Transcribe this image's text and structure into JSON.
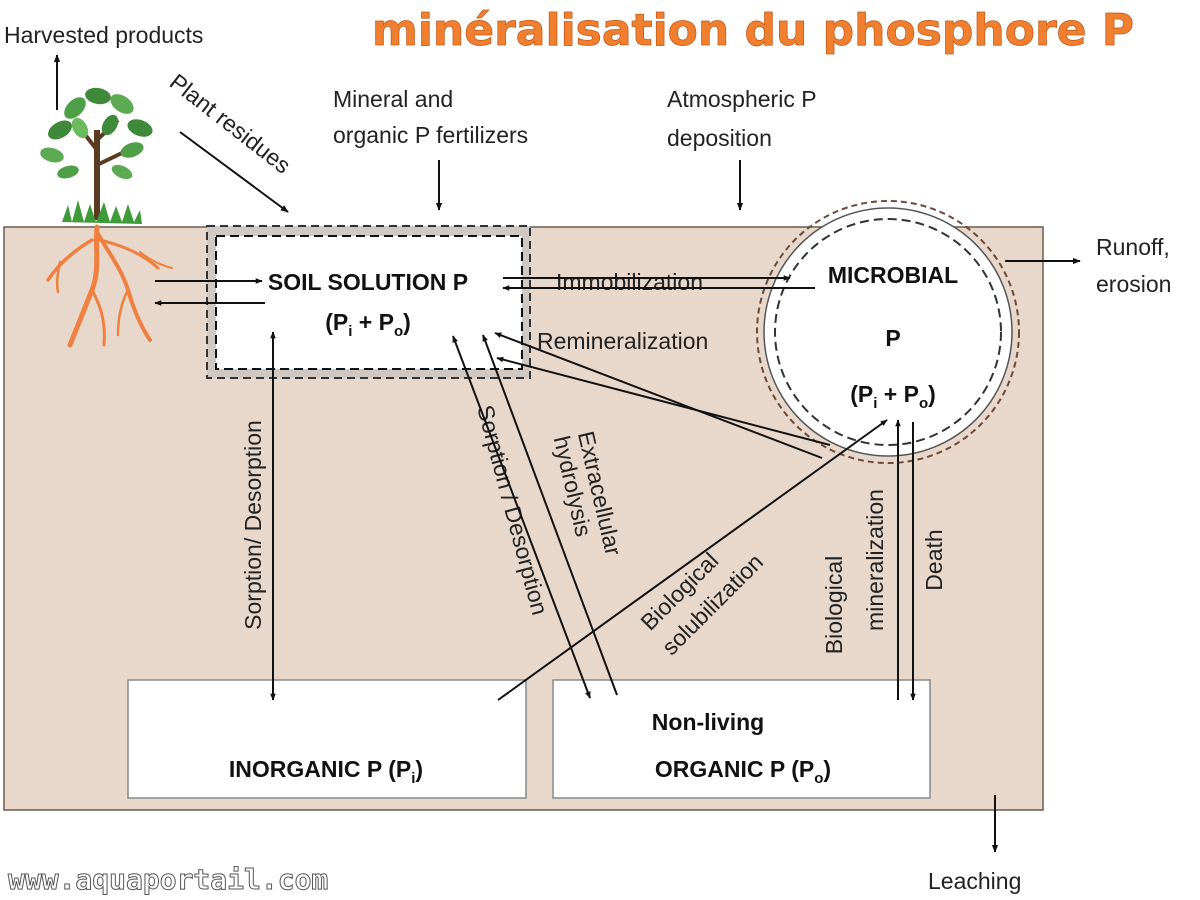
{
  "header": {
    "title": "minéralisation du phosphore P",
    "title_color": "#f08030",
    "watermark": "www.aquaportail.com"
  },
  "colors": {
    "soil": "#e8d8cc",
    "soil_border": "#6b5a4e",
    "root": "#f08040",
    "microbial_ring": "#6b4a3a",
    "box_fill": "#ffffff"
  },
  "outputs": {
    "harvested": "Harvested products",
    "plant_residues": "Plant residues",
    "runoff_1": "Runoff,",
    "runoff_2": "erosion",
    "leaching": "Leaching"
  },
  "inputs": {
    "fertilizers_1": "Mineral and",
    "fertilizers_2": "organic P fertilizers",
    "deposition_1": "Atmospheric P",
    "deposition_2": "deposition"
  },
  "pools": {
    "soil_solution": {
      "name": "SOIL SOLUTION P",
      "formula_open": "(P",
      "sub_i": "i",
      "plus": " + P",
      "sub_o": "o",
      "formula_close": ")"
    },
    "microbial": {
      "name_1": "MICROBIAL",
      "name_2": "P",
      "formula_open": "(P",
      "sub_i": "i",
      "plus": " + P",
      "sub_o": "o",
      "formula_close": ")"
    },
    "inorganic": {
      "name": "INORGANIC P (P",
      "sub": "i",
      "close": ")"
    },
    "organic": {
      "name_1": "Non-living",
      "name_2": "ORGANIC P (P",
      "sub": "o",
      "close": ")"
    }
  },
  "processes": {
    "immobilization": "Immobilization",
    "remineralization": "Remineralization",
    "sorption_left": "Sorption/ Desorption",
    "sorption_mid": "Sorption / Desorption",
    "hydrolysis_1": "Extracellular",
    "hydrolysis_2": "hydrolysis",
    "solubilization_1": "Biological",
    "solubilization_2": "solubilization",
    "mineralization_1": "Biological",
    "mineralization_2": "mineralization",
    "death": "Death"
  }
}
